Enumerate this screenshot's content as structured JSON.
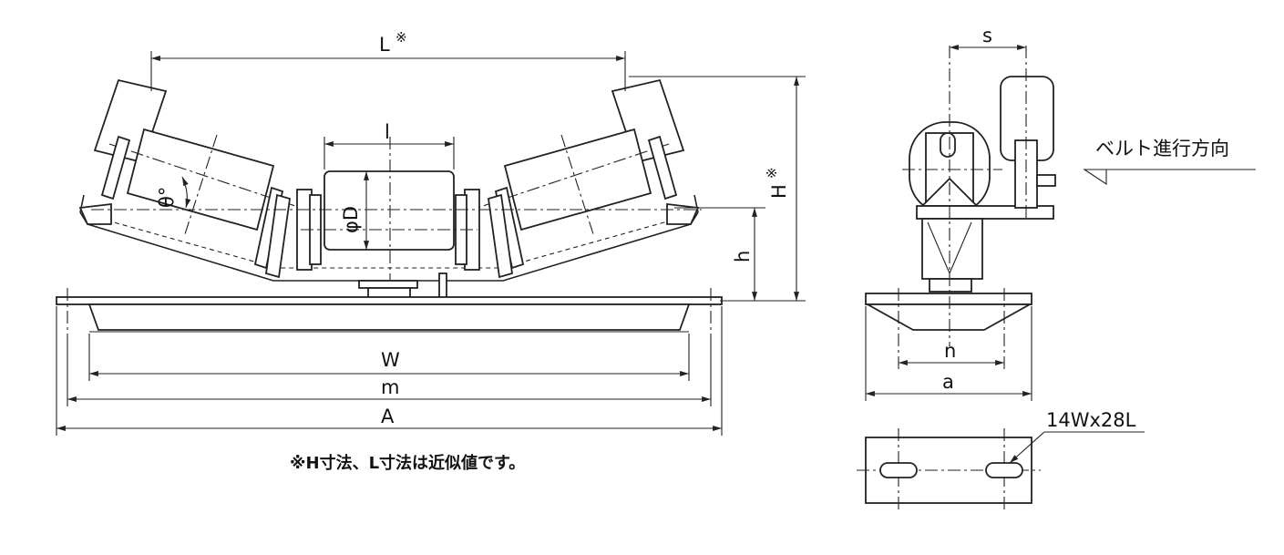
{
  "front_view": {
    "dim_L": "L",
    "dim_L_mark": "※",
    "dim_l": "l",
    "dim_D": "φD",
    "dim_theta": "θ°",
    "dim_H": "H",
    "dim_H_mark": "※",
    "dim_h": "h",
    "dim_W": "W",
    "dim_m": "m",
    "dim_A": "A"
  },
  "side_view": {
    "dim_s": "s",
    "dim_n": "n",
    "dim_a": "a",
    "direction_label": "ベルト進行方向"
  },
  "base_plate": {
    "slot_label": "14Wx28L"
  },
  "note": "※H寸法、L寸法は近似値です。"
}
